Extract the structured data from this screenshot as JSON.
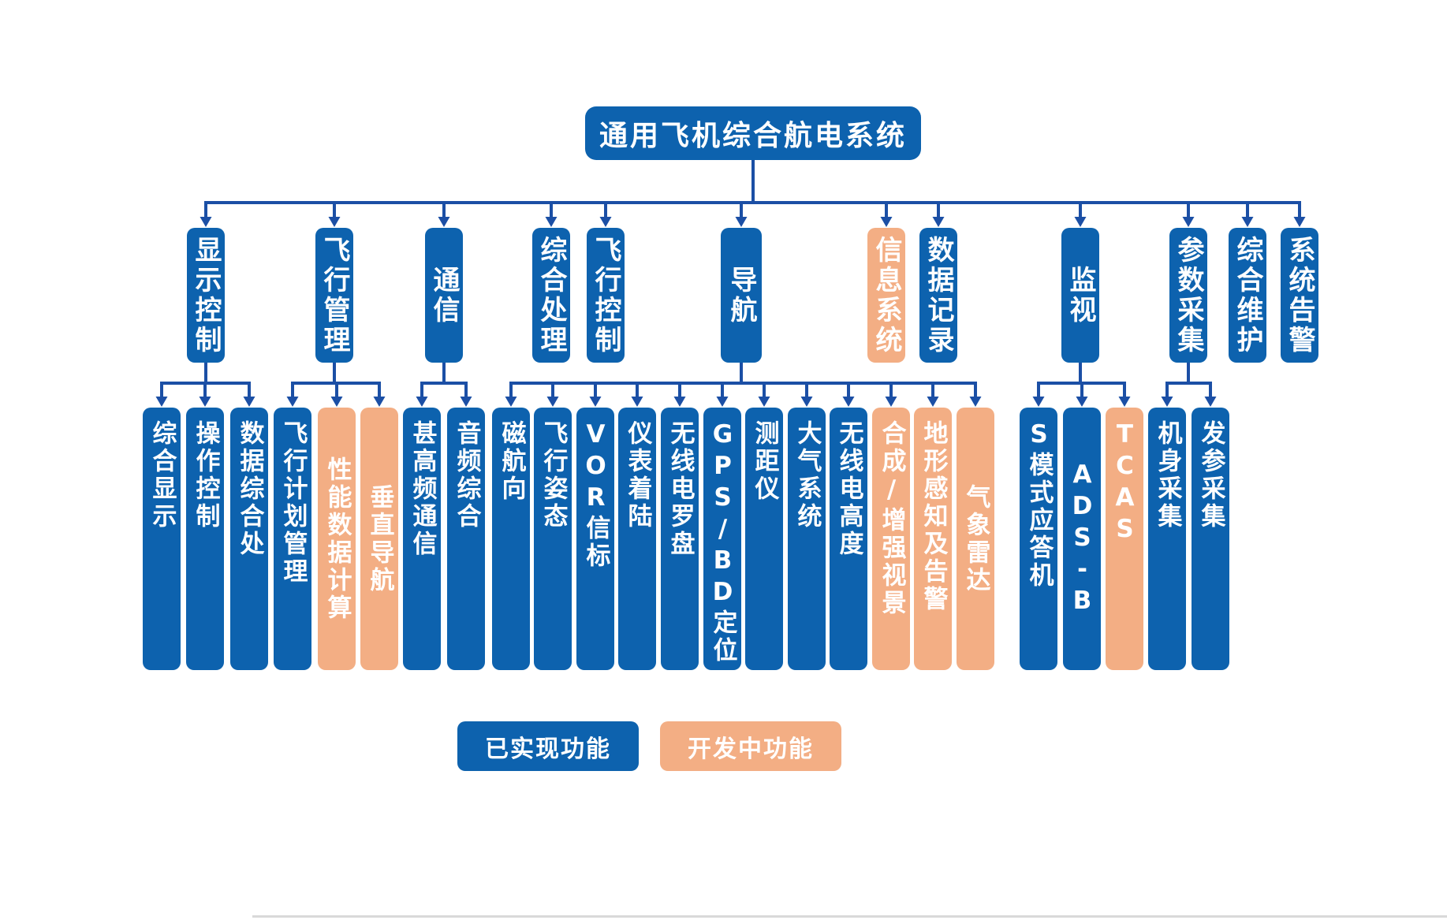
{
  "title": "通用飞机综合航电系统",
  "colors": {
    "implemented": "#0d62ae",
    "in_development": "#f3ae84",
    "connector": "#1b4fa5",
    "text": "#ffffff",
    "divider": "#d9d9d9"
  },
  "legend": {
    "implemented_label": "已实现功能",
    "in_development_label": "开发中功能"
  },
  "tree": {
    "root": {
      "id": "root",
      "label": "通用飞机综合航电系统",
      "status": "implemented"
    },
    "branches": [
      {
        "id": "display-control",
        "label": "显示控制",
        "status": "implemented",
        "children": [
          {
            "id": "integrated-display",
            "label": "综合显示",
            "status": "implemented"
          },
          {
            "id": "operation-control",
            "label": "操作控制",
            "status": "implemented"
          },
          {
            "id": "data-integration-processing",
            "label": "数据综合处",
            "status": "implemented"
          }
        ]
      },
      {
        "id": "flight-management",
        "label": "飞行管理",
        "status": "implemented",
        "children": [
          {
            "id": "flight-plan-management",
            "label": "飞行计划管理",
            "status": "implemented"
          },
          {
            "id": "performance-data-computation",
            "label": "性能数据计算",
            "status": "in_development"
          },
          {
            "id": "vertical-navigation",
            "label": "垂直导航",
            "status": "in_development"
          }
        ]
      },
      {
        "id": "communication",
        "label": "通信",
        "status": "implemented",
        "children": [
          {
            "id": "vhf-communication",
            "label": "甚高频通信",
            "status": "implemented"
          },
          {
            "id": "audio-integration",
            "label": "音频综合",
            "status": "implemented"
          }
        ]
      },
      {
        "id": "integrated-processing",
        "label": "综合处理",
        "status": "implemented",
        "children": []
      },
      {
        "id": "flight-control",
        "label": "飞行控制",
        "status": "implemented",
        "children": []
      },
      {
        "id": "navigation",
        "label": "导航",
        "status": "implemented",
        "children": [
          {
            "id": "magnetic-heading",
            "label": "磁航向",
            "status": "implemented"
          },
          {
            "id": "flight-attitude",
            "label": "飞行姿态",
            "status": "implemented"
          },
          {
            "id": "vor-beacon",
            "label": "VOR信标",
            "status": "implemented"
          },
          {
            "id": "instrument-landing",
            "label": "仪表着陆",
            "status": "implemented"
          },
          {
            "id": "radio-compass",
            "label": "无线电罗盘",
            "status": "implemented"
          },
          {
            "id": "gps-bd-positioning",
            "label": "GPS/BD定位",
            "status": "implemented"
          },
          {
            "id": "dme-distance-measuring",
            "label": "测距仪",
            "status": "implemented"
          },
          {
            "id": "air-data-system",
            "label": "大气系统",
            "status": "implemented"
          },
          {
            "id": "radio-altitude",
            "label": "无线电高度",
            "status": "implemented"
          },
          {
            "id": "synthetic-enhanced-vision",
            "label": "合成/增强视景",
            "status": "in_development"
          },
          {
            "id": "terrain-awareness-warning",
            "label": "地形感知及告警",
            "status": "in_development"
          },
          {
            "id": "weather-radar",
            "label": "气象雷达",
            "status": "in_development"
          }
        ]
      },
      {
        "id": "information-system",
        "label": "信息系统",
        "status": "in_development",
        "children": []
      },
      {
        "id": "data-recording",
        "label": "数据记录",
        "status": "implemented",
        "children": []
      },
      {
        "id": "surveillance",
        "label": "监视",
        "status": "implemented",
        "children": [
          {
            "id": "mode-s-transponder",
            "label": "S模式应答机",
            "status": "implemented"
          },
          {
            "id": "ads-b",
            "label": "ADS-B",
            "status": "implemented"
          },
          {
            "id": "tcas",
            "label": "TCAS",
            "status": "in_development"
          }
        ]
      },
      {
        "id": "parameter-acquisition",
        "label": "参数采集",
        "status": "implemented",
        "children": [
          {
            "id": "airframe-acquisition",
            "label": "机身采集",
            "status": "implemented"
          },
          {
            "id": "engine-parameter-acquisition",
            "label": "发参采集",
            "status": "implemented"
          }
        ]
      },
      {
        "id": "integrated-maintenance",
        "label": "综合维护",
        "status": "implemented",
        "children": []
      },
      {
        "id": "system-alerting",
        "label": "系统告警",
        "status": "implemented",
        "children": []
      }
    ]
  }
}
